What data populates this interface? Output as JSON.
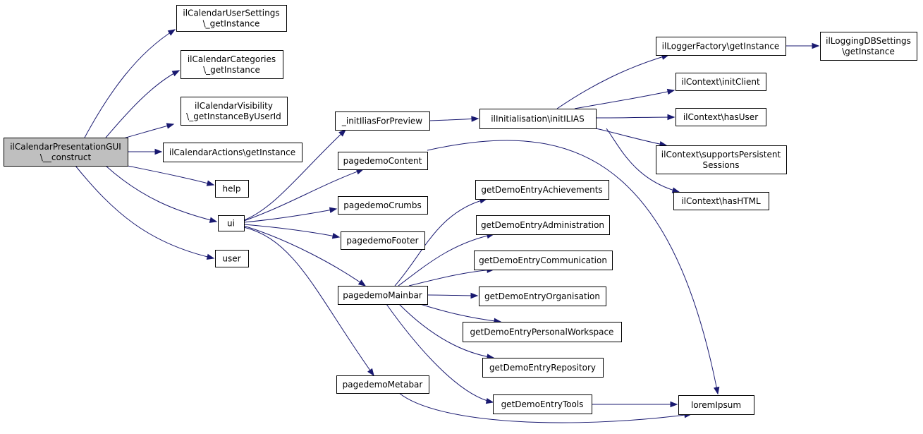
{
  "graph": {
    "nodes": [
      {
        "id": "root",
        "lines": [
          "ilCalendarPresentationGUI",
          "\\__construct"
        ],
        "root": true
      },
      {
        "id": "usersettings",
        "lines": [
          "ilCalendarUserSettings",
          "\\_getInstance"
        ]
      },
      {
        "id": "categories",
        "lines": [
          "ilCalendarCategories",
          "\\_getInstance"
        ]
      },
      {
        "id": "visibility",
        "lines": [
          "ilCalendarVisibility",
          "\\_getInstanceByUserId"
        ]
      },
      {
        "id": "actions",
        "lines": [
          "ilCalendarActions\\getInstance"
        ]
      },
      {
        "id": "help",
        "lines": [
          "help"
        ]
      },
      {
        "id": "ui",
        "lines": [
          "ui"
        ]
      },
      {
        "id": "user",
        "lines": [
          "user"
        ]
      },
      {
        "id": "initilias_preview",
        "lines": [
          "_initIliasForPreview"
        ]
      },
      {
        "id": "content",
        "lines": [
          "pagedemoContent"
        ]
      },
      {
        "id": "crumbs",
        "lines": [
          "pagedemoCrumbs"
        ]
      },
      {
        "id": "footer",
        "lines": [
          "pagedemoFooter"
        ]
      },
      {
        "id": "mainbar",
        "lines": [
          "pagedemoMainbar"
        ]
      },
      {
        "id": "metabar",
        "lines": [
          "pagedemoMetabar"
        ]
      },
      {
        "id": "init_ilias",
        "lines": [
          "ilInitialisation\\initILIAS"
        ]
      },
      {
        "id": "logger",
        "lines": [
          "ilLoggerFactory\\getInstance"
        ]
      },
      {
        "id": "logging_db",
        "lines": [
          "ilLoggingDBSettings",
          "\\getInstance"
        ]
      },
      {
        "id": "initclient",
        "lines": [
          "ilContext\\initClient"
        ]
      },
      {
        "id": "hasuser",
        "lines": [
          "ilContext\\hasUser"
        ]
      },
      {
        "id": "persistent",
        "lines": [
          "ilContext\\supportsPersistent",
          "Sessions"
        ]
      },
      {
        "id": "hashtml",
        "lines": [
          "ilContext\\hasHTML"
        ]
      },
      {
        "id": "achievements",
        "lines": [
          "getDemoEntryAchievements"
        ]
      },
      {
        "id": "administration",
        "lines": [
          "getDemoEntryAdministration"
        ]
      },
      {
        "id": "communication",
        "lines": [
          "getDemoEntryCommunication"
        ]
      },
      {
        "id": "organisation",
        "lines": [
          "getDemoEntryOrganisation"
        ]
      },
      {
        "id": "personal_workspace",
        "lines": [
          "getDemoEntryPersonalWorkspace"
        ]
      },
      {
        "id": "repository",
        "lines": [
          "getDemoEntryRepository"
        ]
      },
      {
        "id": "tools",
        "lines": [
          "getDemoEntryTools"
        ]
      },
      {
        "id": "lorem",
        "lines": [
          "loremIpsum"
        ]
      }
    ],
    "edges": [
      {
        "from": "root",
        "to": "usersettings"
      },
      {
        "from": "root",
        "to": "categories"
      },
      {
        "from": "root",
        "to": "visibility"
      },
      {
        "from": "root",
        "to": "actions"
      },
      {
        "from": "root",
        "to": "help"
      },
      {
        "from": "root",
        "to": "ui"
      },
      {
        "from": "root",
        "to": "user"
      },
      {
        "from": "ui",
        "to": "initilias_preview"
      },
      {
        "from": "ui",
        "to": "content"
      },
      {
        "from": "ui",
        "to": "crumbs"
      },
      {
        "from": "ui",
        "to": "footer"
      },
      {
        "from": "ui",
        "to": "mainbar"
      },
      {
        "from": "ui",
        "to": "metabar"
      },
      {
        "from": "initilias_preview",
        "to": "init_ilias"
      },
      {
        "from": "init_ilias",
        "to": "logger"
      },
      {
        "from": "init_ilias",
        "to": "initclient"
      },
      {
        "from": "init_ilias",
        "to": "hasuser"
      },
      {
        "from": "init_ilias",
        "to": "persistent"
      },
      {
        "from": "init_ilias",
        "to": "hashtml"
      },
      {
        "from": "logger",
        "to": "logging_db"
      },
      {
        "from": "content",
        "to": "lorem"
      },
      {
        "from": "mainbar",
        "to": "achievements"
      },
      {
        "from": "mainbar",
        "to": "administration"
      },
      {
        "from": "mainbar",
        "to": "communication"
      },
      {
        "from": "mainbar",
        "to": "organisation"
      },
      {
        "from": "mainbar",
        "to": "personal_workspace"
      },
      {
        "from": "mainbar",
        "to": "repository"
      },
      {
        "from": "mainbar",
        "to": "tools"
      },
      {
        "from": "tools",
        "to": "lorem"
      },
      {
        "from": "metabar",
        "to": "lorem"
      }
    ]
  }
}
